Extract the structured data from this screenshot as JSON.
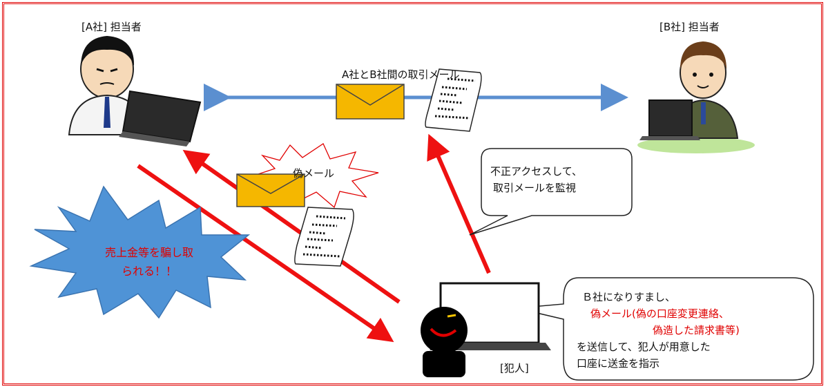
{
  "labels": {
    "company_a": "[A社] 担当者",
    "company_b": "[B社] 担当者",
    "mail_between": "A社とB社間の取引メール",
    "fake_mail": "偽メール",
    "criminal": "[犯人]"
  },
  "burst": {
    "line1": "売上金等を騙し取",
    "line2": "られる！！"
  },
  "bubble_monitor": {
    "line1": "不正アクセスして、",
    "line2": "取引メールを監視"
  },
  "bubble_impersonate": {
    "line1": "Ｂ社になりすまし、",
    "line2": "偽メール(偽の口座変更連絡、",
    "line3": "偽造した請求書等)",
    "line4": "を送信して、犯人が用意した",
    "line5": "口座に送金を指示"
  },
  "colors": {
    "frame": "#e00000",
    "arrow_blue": "#5b8fd0",
    "arrow_red": "#ee1111",
    "envelope": "#f5b700",
    "burst_fill": "#4f93d6",
    "alert_text": "#e00000"
  }
}
